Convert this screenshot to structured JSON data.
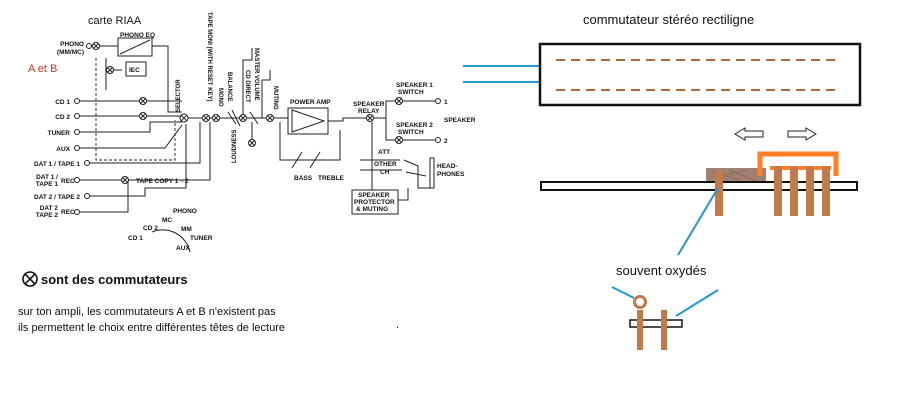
{
  "colors": {
    "ink": "#111111",
    "accent_red": "#c0392b",
    "copper": "#c27a4a",
    "dash_brown": "#b06a3a",
    "contact_orange": "#ff7f27",
    "oxide": "#a08070",
    "leader_blue": "#1e9ad0"
  },
  "schematic": {
    "riaa_label": "carte RIAA",
    "ab_label": "A et B",
    "inputs": [
      "PHONO",
      "(MM/MC)",
      "CD 1",
      "CD 2",
      "TUNER",
      "AUX",
      "DAT 1 / TAPE 1",
      "DAT 1 /",
      "TAPE 1",
      "REC",
      "DAT 2 / TAPE 2",
      "DAT 2",
      "TAPE 2",
      "REC"
    ],
    "blocks": {
      "phono_eq": "PHONO EQ",
      "iec": "IEC",
      "power_amp": "POWER AMP",
      "speaker_relay_1": "SPEAKER",
      "speaker_relay_2": "RELAY",
      "protector_1": "SPEAKER",
      "protector_2": "PROTECTOR",
      "protector_3": "& MUTING"
    },
    "vertical_labels": [
      "SELECTOR",
      "TAPE MONI (WITH RESET KEY)",
      "BALANCE",
      "MONO",
      "CD DIRECT",
      "MASTER VOLUME",
      "MUTING",
      "LOUDNESS"
    ],
    "tape_copy": "TAPE COPY 1→2",
    "tone": [
      "BASS",
      "TREBLE"
    ],
    "att": "ATT",
    "other_ch_1": "OTHER",
    "other_ch_2": "CH",
    "headphones_1": "HEAD-",
    "headphones_2": "PHONES",
    "speaker_switch_1a": "SPEAKER 1",
    "speaker_switch_1b": "SWITCH",
    "speaker_switch_2a": "SPEAKER 2",
    "speaker_switch_2b": "SWITCH",
    "speaker_out": "SPEAKER",
    "out_1": "1",
    "out_2": "2",
    "dial": [
      "PHONO",
      "MC",
      "MM",
      "CD 2",
      "CD 1",
      "TUNER",
      "AUX"
    ]
  },
  "legend": {
    "title": "sont des commutateurs",
    "note_line1": "sur ton ampli, les commutateurs A et B n'existent pas",
    "note_line2": "ils permettent le choix entre différentes têtes de lecture",
    "dot": "."
  },
  "switch_diagram": {
    "title": "commutateur stéréo rectiligne",
    "oxidized_label": "souvent oxydés"
  }
}
